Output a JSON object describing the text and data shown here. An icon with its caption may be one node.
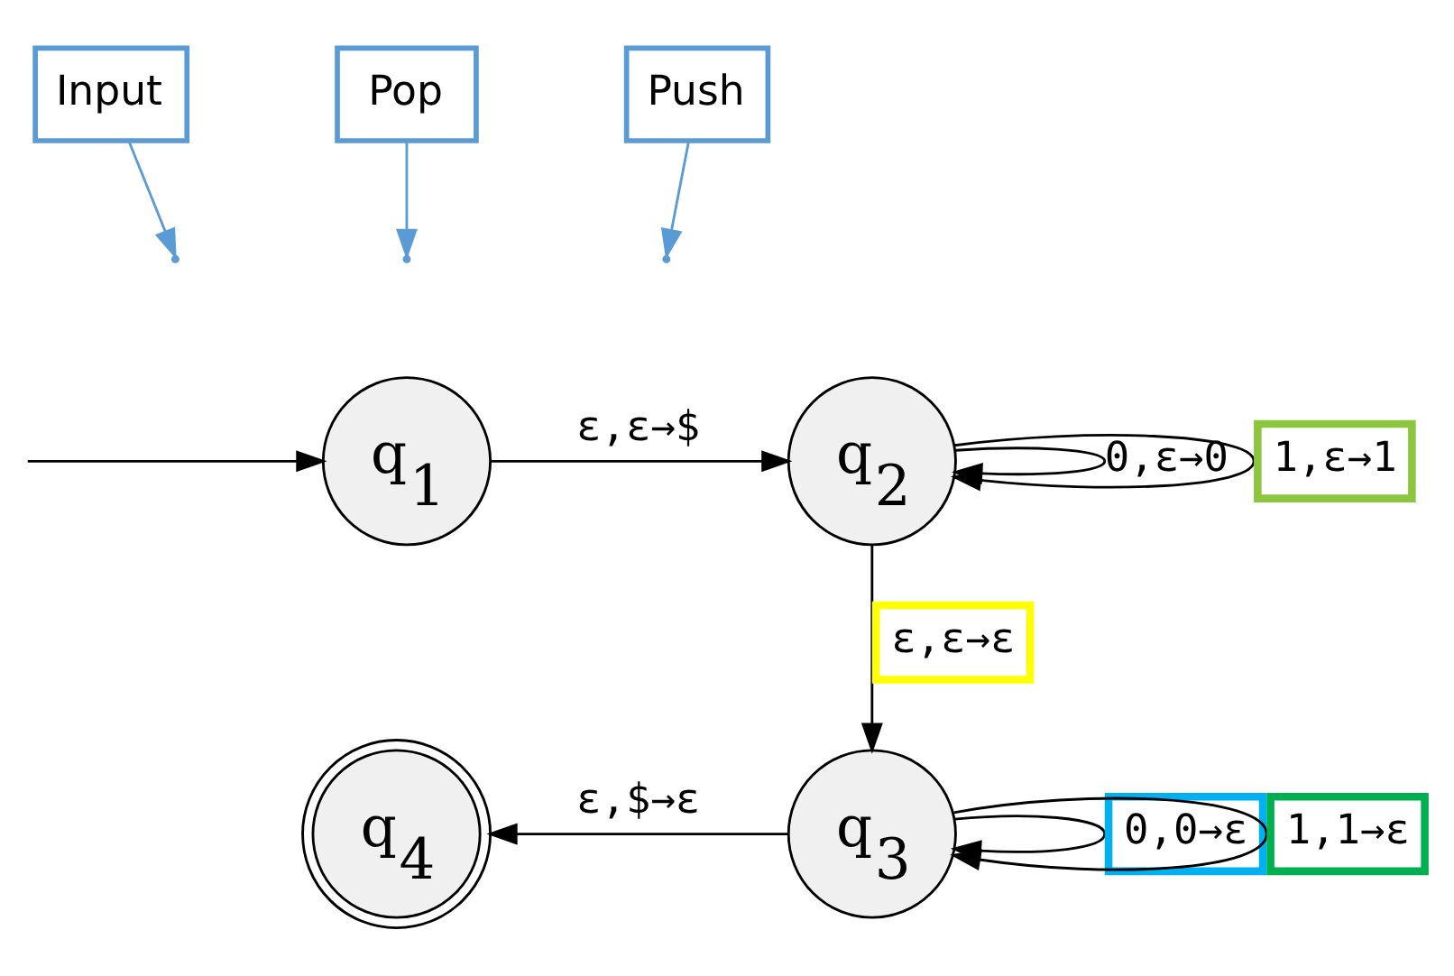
{
  "diagram": {
    "nodes": [
      {
        "text": [
          "Input"
        ]
      },
      {
        "text": [
          "Pop"
        ]
      },
      {
        "text": [
          "Push"
        ]
      },
      {
        "text": [
          "q$_{1}$"
        ]
      },
      {
        "text": [
          "q$_{2}$"
        ]
      },
      {
        "text": [
          "q$_{3}$"
        ]
      },
      {
        "text": [
          "q$_{4}$"
        ]
      }
    ],
    "edges": [
      {
        "from": 0,
        "to": null,
        "arrow": "to",
        "color": "#5b9bd5"
      },
      {
        "from": 1,
        "to": null,
        "arrow": "to",
        "color": "#5b9bd5"
      },
      {
        "from": 2,
        "to": null,
        "arrow": "to",
        "color": "#5b9bd5"
      },
      {
        "from": null,
        "to": 3,
        "arrow": "to"
      },
      {
        "from": 3,
        "to": 4,
        "arrow": "to",
        "label": "ε,ε→$"
      },
      {
        "from": 4,
        "to": 4,
        "arrow": "to",
        "label": "0,ε→0"
      },
      {
        "from": 4,
        "to": 4,
        "arrow": "to",
        "label": "1,ε→1"
      },
      {
        "from": 4,
        "to": 5,
        "arrow": "to",
        "label": "ε,ε→ε"
      },
      {
        "from": 5,
        "to": 5,
        "arrow": "to",
        "label": "0,0→ε"
      },
      {
        "from": 5,
        "to": 5,
        "arrow": "to",
        "label": "1,1→ε"
      },
      {
        "from": 5,
        "to": 6,
        "arrow": "to",
        "label": "ε,$→ε"
      }
    ]
  }
}
